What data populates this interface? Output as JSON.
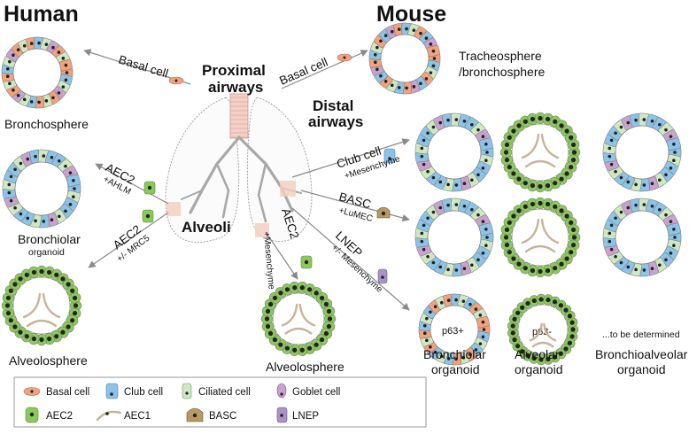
{
  "headers": {
    "human": "Human",
    "mouse": "Mouse"
  },
  "regions": {
    "proximal_line1": "Proximal",
    "proximal_line2": "airways",
    "distal_line1": "Distal",
    "distal_line2": "airways",
    "alveoli": "Alveoli"
  },
  "human_labels": {
    "bronchosphere": "Bronchosphere",
    "bronchiolar_line1": "Bronchiolar",
    "bronchiolar_line2": "organoid",
    "alveolosphere": "Alveolosphere"
  },
  "mouse_labels": {
    "tracheosphere_line1": "Tracheosphere",
    "tracheosphere_line2": "/bronchosphere",
    "alveolosphere": "Alveolosphere",
    "p63_plus": "p63+",
    "p63_minus": "p63-",
    "to_be_determined": "...to be determined",
    "bronchiolar_line1": "Bronchiolar",
    "bronchiolar_line2": "organoid",
    "alveolar_line1": "Alveolar",
    "alveolar_line2": "organoid",
    "bronchioalveolar_line1": "Bronchioalveolar",
    "bronchioalveolar_line2": "organoid"
  },
  "arrows": {
    "human_basal": "Basal cell",
    "human_aec2_ahlm": "AEC2",
    "human_aec2_ahlm_sub": "+AHLM",
    "human_aec2_mrc5": "AEC2",
    "human_aec2_mrc5_sub": "+/- MRC5",
    "mouse_basal": "Basal cell",
    "mouse_club": "Club cell",
    "mouse_club_sub": "+Mesenchyme",
    "mouse_basc": "BASC",
    "mouse_basc_sub": "+LuMEC",
    "mouse_lnep": "LNEP",
    "mouse_lnep_sub": "+/- Mesenchyme",
    "mouse_aec2": "AEC2",
    "mouse_aec2_sub": "+Mesenchyme"
  },
  "legend": {
    "basal": "Basal cell",
    "club": "Club cell",
    "ciliated": "Ciliated cell",
    "goblet": "Goblet cell",
    "aec2": "AEC2",
    "aec1": "AEC1",
    "basc": "BASC",
    "lnep": "LNEP"
  },
  "colors": {
    "basal": "#f2a27c",
    "club": "#8cc3e6",
    "ciliated": "#cfe7c3",
    "goblet": "#c7a3cd",
    "aec2": "#8cc95c",
    "aec1": "#c8b39a",
    "basc": "#b79a62",
    "lnep": "#a894c6",
    "lung": "#9a9a9a",
    "arrow": "#8a8a8a"
  }
}
